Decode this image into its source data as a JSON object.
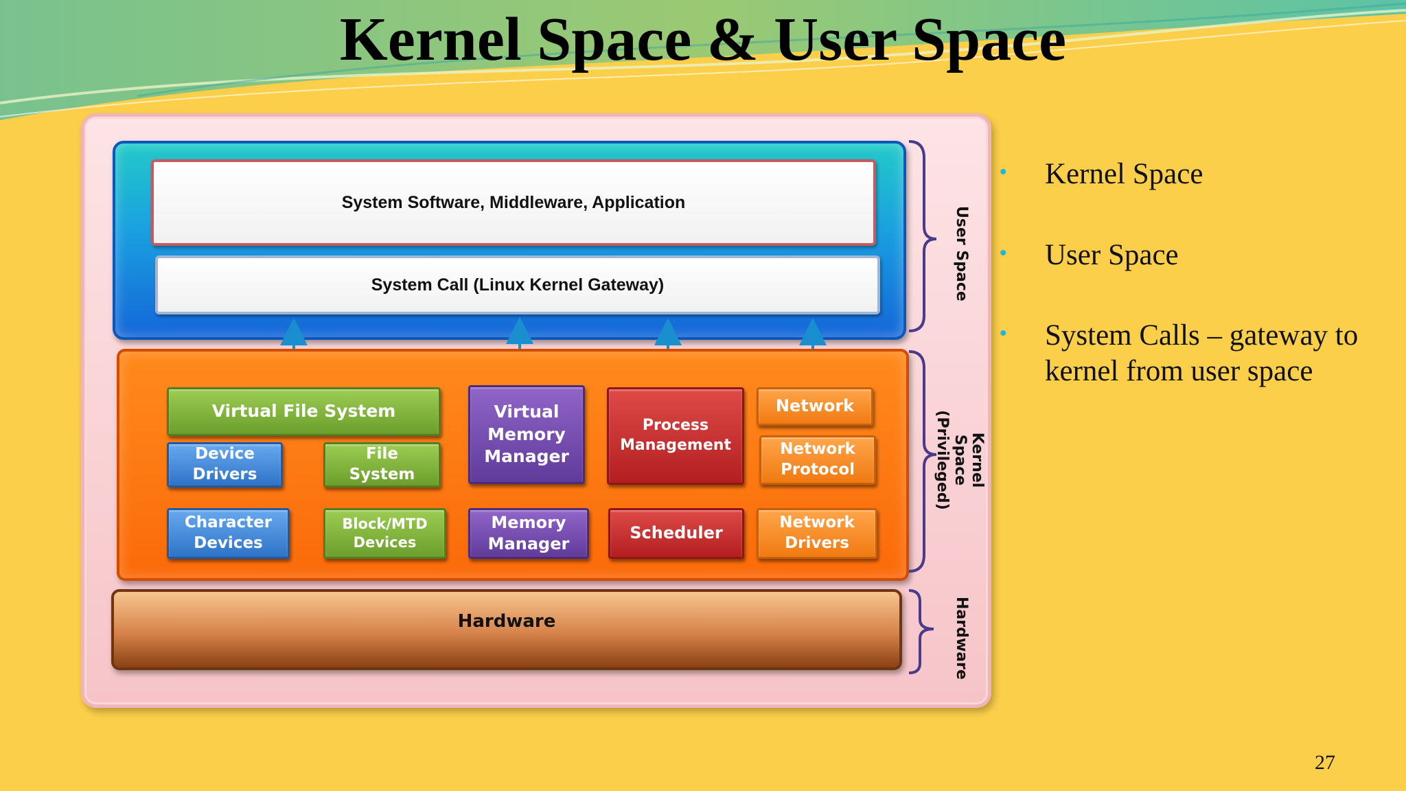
{
  "slide": {
    "title": "Kernel Space & User Space",
    "page_number": "27"
  },
  "diagram": {
    "user_space": {
      "application_layer": "System Software, Middleware, Application",
      "system_call_layer": "System Call (Linux Kernel Gateway)"
    },
    "kernel_space": {
      "modules": {
        "virtual_file_system": "Virtual File System",
        "device_drivers": "Device\nDrivers",
        "file_system": "File\nSystem",
        "character_devices": "Character\nDevices",
        "block_mtd_devices": "Block/MTD\nDevices",
        "virtual_memory_manager": "Virtual\nMemory\nManager",
        "memory_manager": "Memory\nManager",
        "process_management": "Process\nManagement",
        "scheduler": "Scheduler",
        "network": "Network",
        "network_protocol": "Network\nProtocol",
        "network_drivers": "Network\nDrivers"
      }
    },
    "hardware": "Hardware",
    "side_labels": {
      "user_space": "User Space",
      "kernel_space": "Kernel Space\n(Privileged)",
      "hardware": "Hardware"
    }
  },
  "bullets": [
    "Kernel Space",
    "User Space",
    "System Calls – gateway to kernel from user space"
  ],
  "colors": {
    "background": "#fccf4a",
    "bullet_marker": "#22b5d6",
    "user_space_panel": "#1aa0e0",
    "kernel_panel": "#fb6a0a",
    "hardware_panel": "#d6834a"
  }
}
